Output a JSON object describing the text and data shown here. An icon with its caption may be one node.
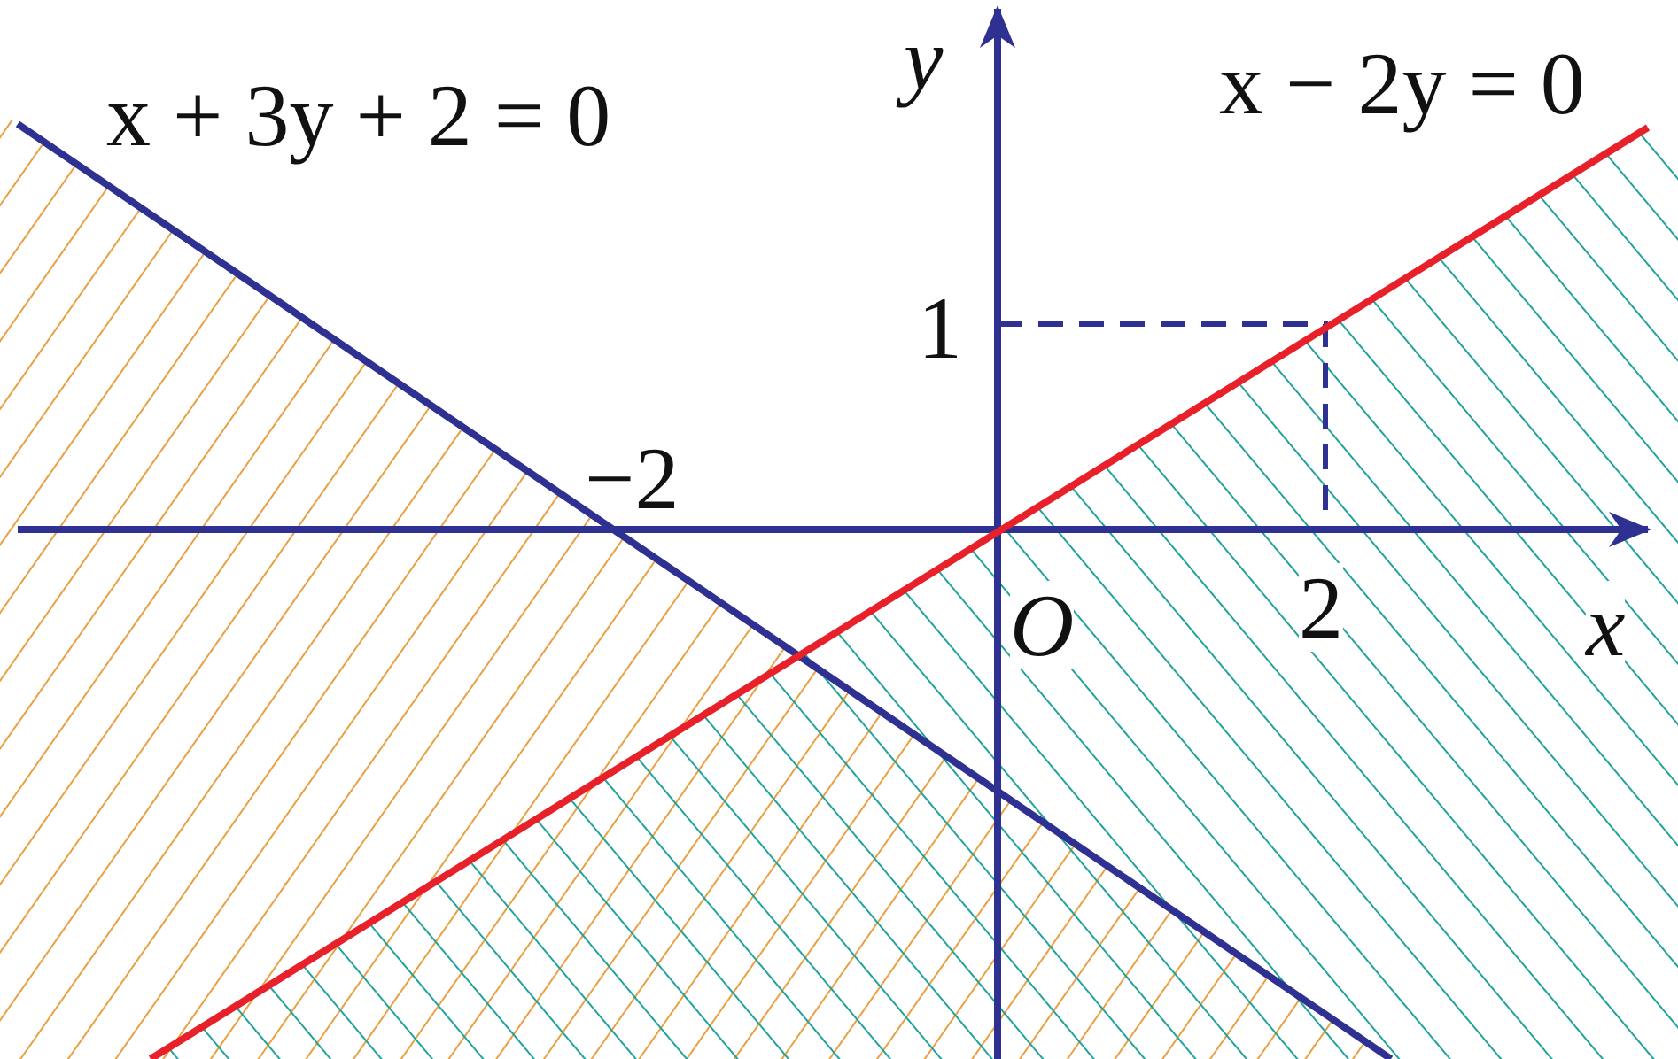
{
  "diagram": {
    "labels": [
      "x + 3y + 2 = 0",
      "y",
      "x − 2y = 0",
      "1",
      "−2",
      "O",
      "2",
      "x"
    ]
  }
}
